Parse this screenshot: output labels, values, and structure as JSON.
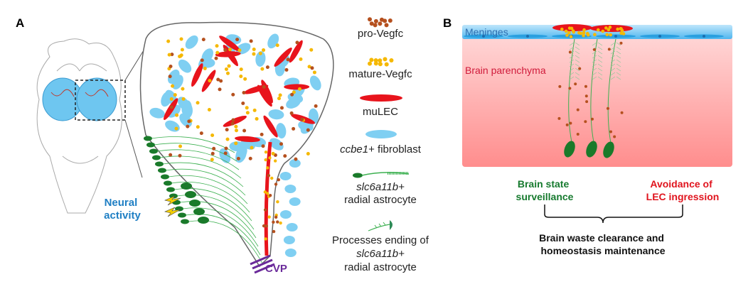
{
  "panels": {
    "a": "A",
    "b": "B"
  },
  "panel_a": {
    "neural_activity": [
      "Neural",
      "activity"
    ],
    "cvp": "CVP"
  },
  "legend": {
    "pro_vegfc": "pro-Vegfc",
    "mature_vegfc": "mature-Vegfc",
    "mulec": "muLEC",
    "fibroblast_gene": "ccbe1",
    "fibroblast_rest": "+ fibroblast",
    "astrocyte_gene": "slc6a11b+",
    "astrocyte_rest": "radial astrocyte",
    "processes_line1": "Processes ending of",
    "processes_gene": "slc6a11b+",
    "processes_line3": "radial astrocyte"
  },
  "panel_b": {
    "meninges": "Meninges",
    "parenchyma": "Brain parenchyma",
    "left_outcome": [
      "Brain state",
      "surveillance"
    ],
    "right_outcome": [
      "Avoidance of",
      "LEC ingression"
    ],
    "conclusion": [
      "Brain waste clearance and",
      "homeostasis maintenance"
    ]
  },
  "colors": {
    "pro_vegfc": "#b5501e",
    "mature_vegfc": "#f5b800",
    "mulec": "#e8141c",
    "fibroblast": "#7fcff2",
    "astrocyte": "#1a7a2a",
    "neural_text": "#1f7fc4",
    "cvp": "#6a2a9a",
    "surveillance": "#167a2e",
    "avoidance": "#e0141e"
  }
}
